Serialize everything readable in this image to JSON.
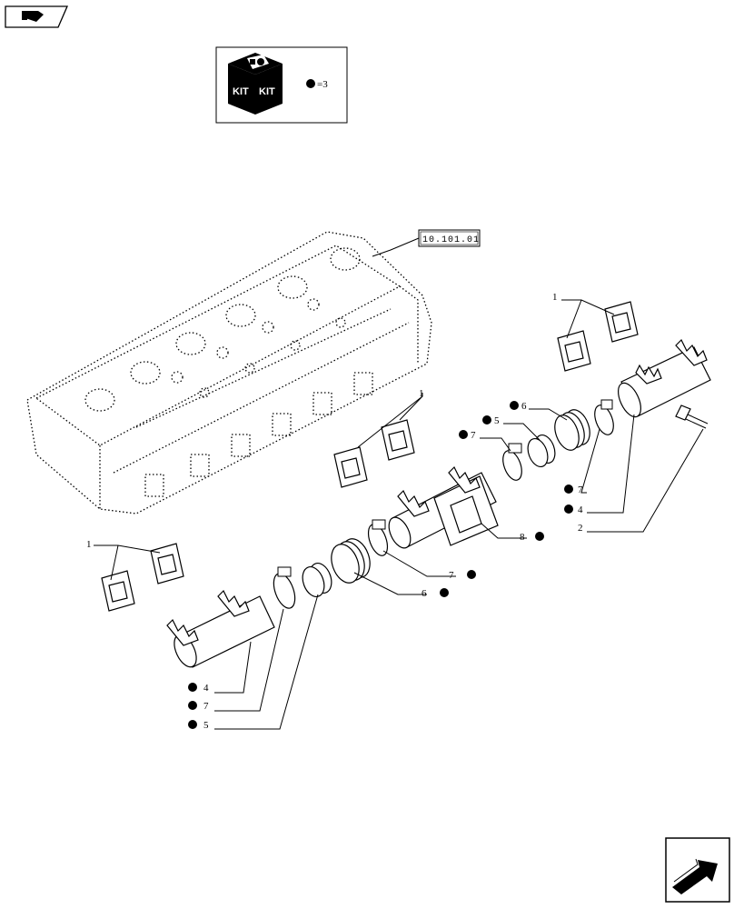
{
  "kit_box": {
    "kit_text_left": "KIT",
    "kit_text_right": "KIT",
    "equals_label": "=3"
  },
  "reference": {
    "code": "10.101.01"
  },
  "callouts": {
    "c1_top": "1",
    "c1_mid": "1",
    "c1_left": "1",
    "c6_top": "6",
    "c5_top": "5",
    "c7_top": "7",
    "c7_right": "7",
    "c4_right": "4",
    "c2_right": "2",
    "c8": "8",
    "c7_mid": "7",
    "c6_mid": "6",
    "c4_bottom": "4",
    "c7_bottom": "7",
    "c5_bottom": "5"
  },
  "colors": {
    "ink": "#000000",
    "paper": "#ffffff"
  },
  "icons": {
    "top_left": "tractor-book-icon",
    "bottom_right": "next-page-arrow-icon"
  }
}
